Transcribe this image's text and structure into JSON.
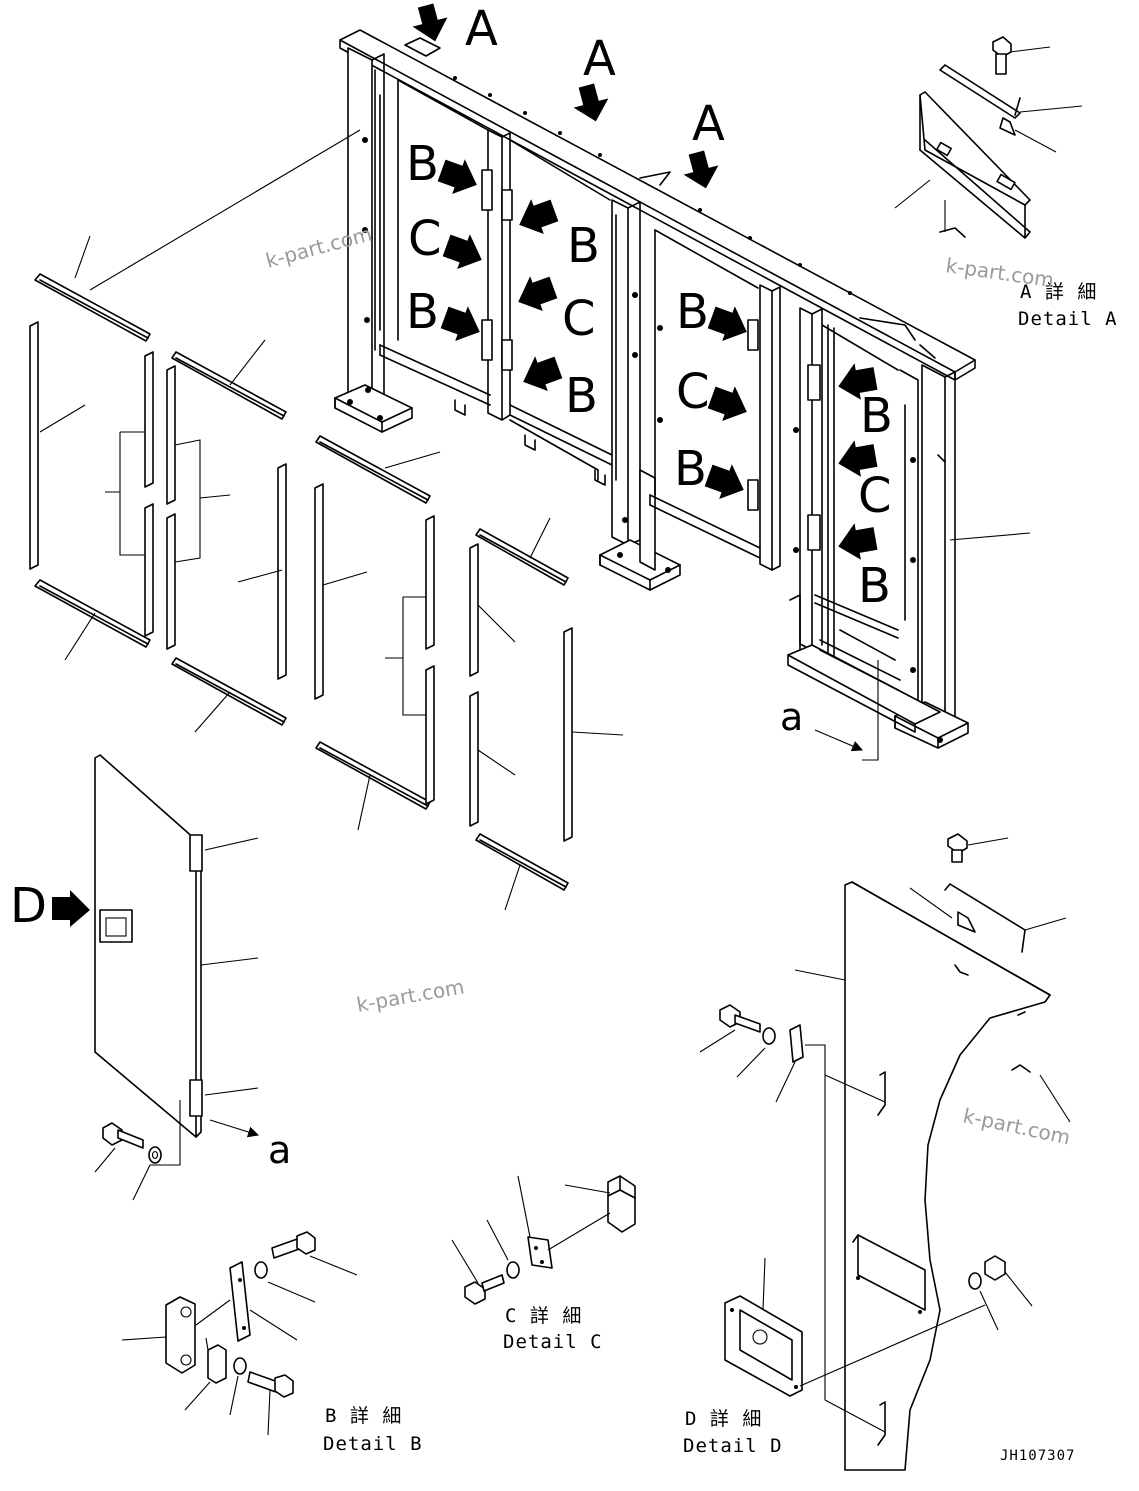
{
  "labels": {
    "view_a": "A",
    "view_b": "B",
    "view_c": "C",
    "view_d": "D",
    "ref_a": "a"
  },
  "details": {
    "a_jp": "A 詳 細",
    "a_en": "Detail A",
    "b_jp": "B 詳 細",
    "b_en": "Detail B",
    "c_jp": "C 詳 細",
    "c_en": "Detail C",
    "d_jp": "D 詳 細",
    "d_en": "Detail D"
  },
  "watermark": "k-part.com",
  "drawing_number": "JH107307",
  "colors": {
    "line": "#000000",
    "watermark": "#9a9a9a",
    "background": "#ffffff"
  }
}
